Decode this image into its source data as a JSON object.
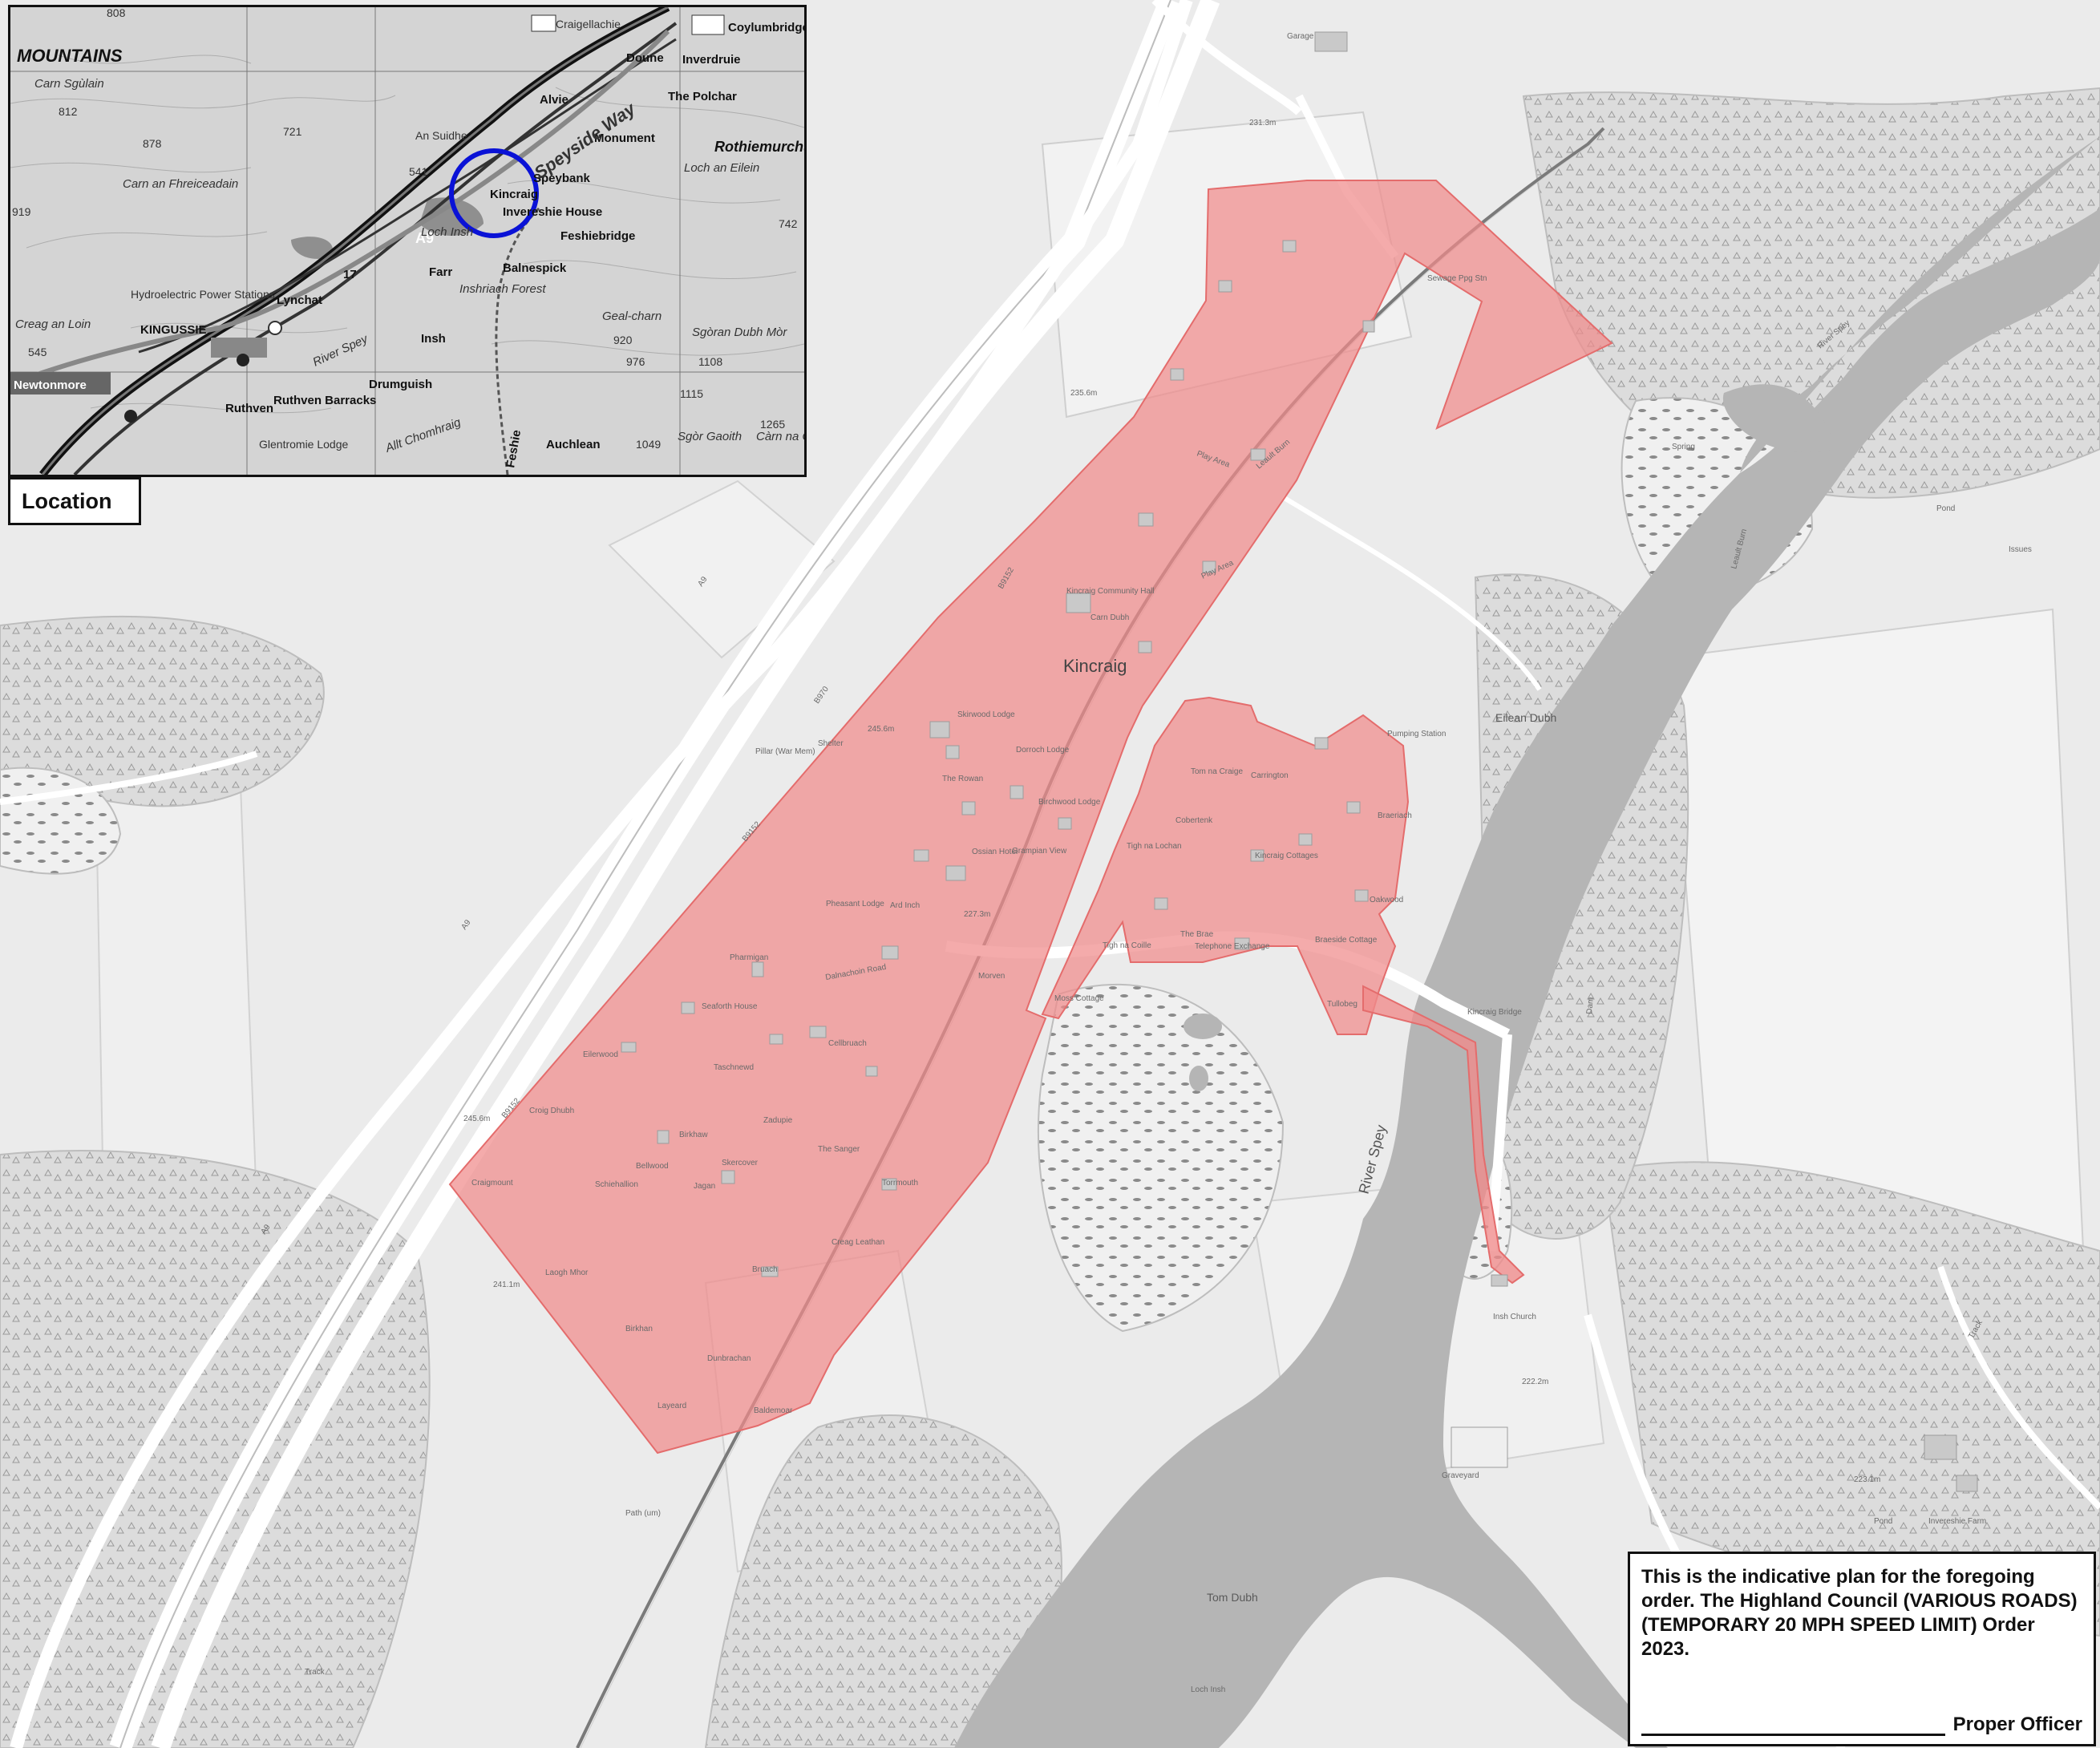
{
  "map": {
    "settlement_label": "Kincraig",
    "river_labels": [
      "River Spey",
      "River Spey"
    ],
    "burn_labels": [
      "Leault Burn",
      "Leault Burn"
    ],
    "place_labels": [
      "Kincraig Community Hall",
      "Play Area",
      "Play Area",
      "Ossian Hotel",
      "Eilean Dubh",
      "Tom Dubh",
      "Kincraig Bridge",
      "Insh Church",
      "Graveyard",
      "Invereshie Farm",
      "Pillar (War Mem)",
      "Shelter",
      "Sewage Ppg Stn",
      "Pumping Station",
      "Telephone Exchange",
      "Garage",
      "Pond",
      "Pond",
      "Spring",
      "Issues",
      "Loch Insh",
      "Track",
      "Track",
      "Path (um)",
      "Dam"
    ],
    "house_labels": [
      "Zadupie",
      "Birkhaw",
      "Skercover",
      "Taschnewd",
      "The Sanger",
      "Cellbruach",
      "Pharmigan",
      "Seaforth House",
      "Eilerwood",
      "Croig Dhubh",
      "Schiehallion",
      "Bellwood",
      "Jagan",
      "Craigmount",
      "Laogh Mhor",
      "Birkhan",
      "Dunbrachan",
      "Layeard",
      "Baldemoar",
      "Bruach",
      "Torrmouth",
      "Creag Leathan",
      "Tom na Craige",
      "Carrington",
      "Tigh na Lochan",
      "Cobertenk",
      "Kincraig Cottages",
      "Tigh na Coille",
      "Braeside Cottage",
      "Tullobeg",
      "Braeriach",
      "Oakwood",
      "Skirwood Lodge",
      "Dorroch Lodge",
      "Birchwood Lodge",
      "Grampian View",
      "Pheasant Lodge",
      "Ard Inch",
      "Morven",
      "Moss Cottage",
      "Carn Dubh",
      "The Rowan"
    ],
    "road_labels": [
      "B9152",
      "B9152",
      "B9152",
      "A9",
      "A9",
      "A9",
      "B970",
      "Dalnachoin Road",
      "The Brae"
    ],
    "height_labels": [
      "231.3m",
      "235.6m",
      "245.6m",
      "227.3m",
      "241.1m",
      "222.2m",
      "223.1m",
      "245.6m"
    ],
    "colors": {
      "background": "#ebebeb",
      "water": "#b5b5b5",
      "speed_limit_area": "#f08a8a",
      "road": "#ffffff",
      "woodland": "#d9d9d9"
    }
  },
  "inset": {
    "labels": {
      "mountains": "MOUNTAINS",
      "kingussie": "KINGUSSIE",
      "newtonmore": "Newtonmore",
      "ruthven": "Ruthven",
      "ruthven_barracks": "Ruthven Barracks",
      "lynchat": "Lynchat",
      "insh": "Insh",
      "drumguish": "Drumguish",
      "glentromie_lodge": "Glentromie Lodge",
      "hydroelectric": "Hydroelectric Power Stations",
      "farr": "Farr",
      "kincraig": "Kincraig",
      "invereshie": "Invereshie House",
      "speybank": "Speybank",
      "feshiebridge": "Feshiebridge",
      "balnespick": "Balnespick",
      "inshriach": "Inshriach Forest",
      "alvie": "Alvie",
      "monument": "Monument",
      "doune": "Doune",
      "the_polchar": "The Polchar",
      "inverdruie": "Inverdruie",
      "coylumbridge": "Coylumbridge",
      "craigellachie": "Craigellachie",
      "rothiemurchus": "Rothiemurchu",
      "loch_an_eilein": "Loch an Eilein",
      "an_suidhe": "An Suidhe",
      "speyside_way": "Speyside Way",
      "a9": "A9",
      "auchlean": "Auchlean",
      "geal_charn": "Geal-charn",
      "sgoran_dubh_mor": "Sgòran Dubh Mòr",
      "sgor_gaoith": "Sgòr Gaoith",
      "carn_na_criche": "Càrn na Crìche",
      "carn_an_fhreiceadain": "Carn an Fhreiceadain",
      "feshie": "Feshie",
      "allt_chomhraig": "Allt Chomhraig",
      "loch_insh": "Loch Insh",
      "river_spey": "River Spey",
      "creag_an_loin": "Creag an Loin",
      "carn_sgulain": "Carn Sgùlain",
      "spot_812": "812",
      "spot_878": "878",
      "spot_721": "721",
      "spot_541": "541",
      "spot_920": "920",
      "spot_976": "976",
      "spot_1108": "1108",
      "spot_1115": "1115",
      "spot_1049": "1049",
      "spot_1265": "1265",
      "spot_742": "742",
      "spot_545": "545",
      "spot_919": "919",
      "spot_808": "808",
      "grid_17": "17"
    },
    "highlight_color": "#0a12d6"
  },
  "location_label": "Location",
  "notice": {
    "text": "This is the indicative plan for the foregoing order. The Highland Council (VARIOUS ROADS)(TEMPORARY 20 MPH SPEED LIMIT) Order 2023.",
    "signature_role": "Proper Officer"
  }
}
